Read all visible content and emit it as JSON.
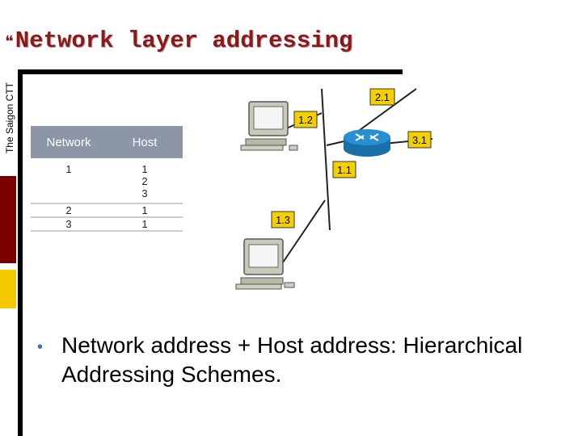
{
  "slide": {
    "title": "Network layer addressing",
    "side_label": "The Saigon CTT",
    "bullet": "Network address + Host address: Hierarchical Addressing Schemes."
  },
  "table": {
    "headers": [
      "Network",
      "Host"
    ],
    "rows": [
      [
        "1",
        "1"
      ],
      [
        "",
        "2"
      ],
      [
        "",
        "3"
      ],
      [
        "2",
        "1"
      ],
      [
        "3",
        "1"
      ]
    ]
  },
  "diagram": {
    "labels": {
      "pc_top": "1.2",
      "router_top": "2.1",
      "router_right": "3.1",
      "router_bottom": "1.1",
      "pc_bottom": "1.3"
    }
  },
  "colors": {
    "title": "#8a1a1a",
    "table_header": "#8c96a6",
    "label_box": "#f5d000",
    "router": "#2a8fd0"
  }
}
